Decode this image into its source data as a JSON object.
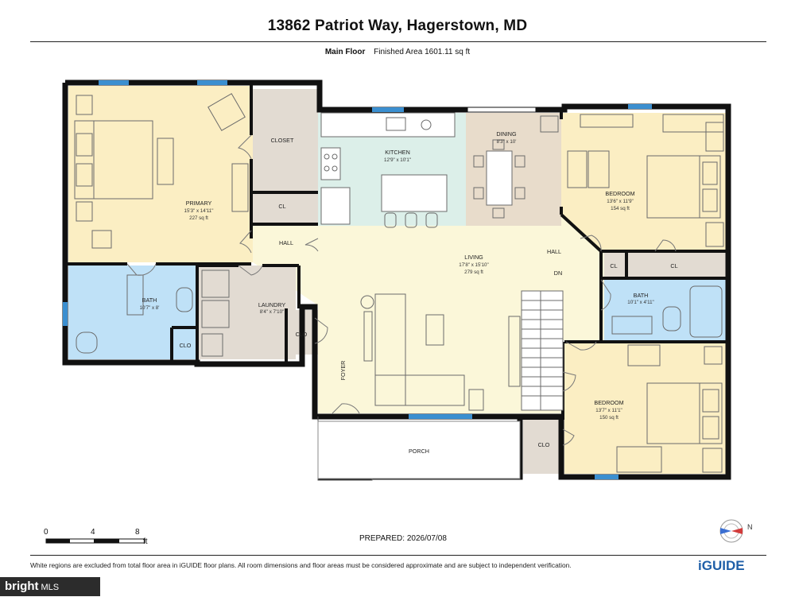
{
  "title": "13862 Patriot Way, Hagerstown, MD",
  "subtitle": {
    "floor": "Main Floor",
    "area": "Finished Area 1601.11 sq ft"
  },
  "rooms": {
    "primary": {
      "name": "PRIMARY",
      "dims": "15'3\" x 14'11\"",
      "area": "227 sq ft"
    },
    "closet": {
      "name": "CLOSET"
    },
    "cl_primary": {
      "name": "CL"
    },
    "kitchen": {
      "name": "KITCHEN",
      "dims": "12'9\" x 10'1\""
    },
    "dining": {
      "name": "DINING",
      "dims": "8'3\" x 10'"
    },
    "bedroom1": {
      "name": "BEDROOM",
      "dims": "13'6\" x 11'9\"",
      "area": "154 sq ft"
    },
    "hall_left": {
      "name": "HALL"
    },
    "hall_right": {
      "name": "HALL"
    },
    "living": {
      "name": "LIVING",
      "dims": "17'8\" x 15'10\"",
      "area": "279 sq ft"
    },
    "dn": {
      "name": "DN"
    },
    "cl_right1": {
      "name": "CL"
    },
    "cl_right2": {
      "name": "CL"
    },
    "bath1": {
      "name": "BATH",
      "dims": "10'7\" x 8'"
    },
    "clo_bath": {
      "name": "CLO"
    },
    "laundry": {
      "name": "LAUNDRY",
      "dims": "8'4\" x 7'10\""
    },
    "clo_laundry": {
      "name": "CLO"
    },
    "foyer": {
      "name": "FOYER"
    },
    "bath2": {
      "name": "BATH",
      "dims": "10'1\" x 4'11\""
    },
    "bedroom2": {
      "name": "BEDROOM",
      "dims": "13'7\" x 11'1\"",
      "area": "150 sq ft"
    },
    "clo_right": {
      "name": "CLO"
    },
    "porch": {
      "name": "PORCH"
    }
  },
  "scale": {
    "ticks": [
      "0",
      "4",
      "8"
    ],
    "unit": "ft"
  },
  "prepared": "PREPARED: 2026/07/08",
  "disclaimer": "White regions are excluded from total floor area in iGUIDE floor plans. All room dimensions and floor areas must be considered approximate and are subject to independent verification.",
  "brand": "iGUIDE",
  "watermark": {
    "brand": "bright",
    "suffix": "MLS"
  },
  "compass_label": "N",
  "colors": {
    "wall": "#111111",
    "bedroom": "#fbeec3",
    "living": "#fbf7d9",
    "kitchen": "#dcefe9",
    "dining": "#e8dccb",
    "bath": "#bfe1f7",
    "utility": "#e2dbd2",
    "window": "#3b8fd0",
    "brand": "#1f5fa8"
  }
}
